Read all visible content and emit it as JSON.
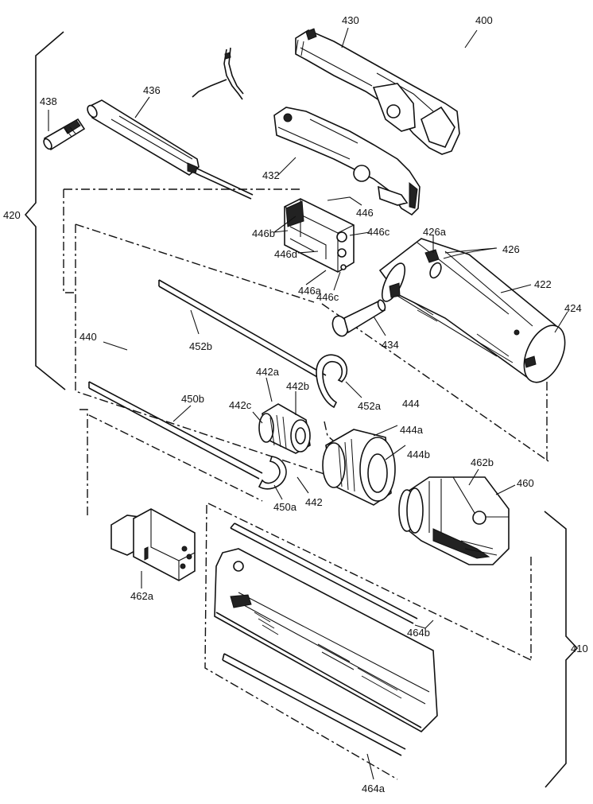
{
  "labels": {
    "l400": "400",
    "l430": "430",
    "l438": "438",
    "l436": "436",
    "l432": "432",
    "l420": "420",
    "l446": "446",
    "l446b": "446b",
    "l446c_1": "446c",
    "l446d": "446d",
    "l446a": "446a",
    "l446c_2": "446c",
    "l426a": "426a",
    "l426": "426",
    "l422": "422",
    "l424": "424",
    "l434": "434",
    "l452b": "452b",
    "l440": "440",
    "l452a": "452a",
    "l442a": "442a",
    "l442b": "442b",
    "l442c": "442c",
    "l450b": "450b",
    "l444": "444",
    "l444a": "444a",
    "l444b": "444b",
    "l462b": "462b",
    "l460": "460",
    "l450a": "450a",
    "l442": "442",
    "l462a": "462a",
    "l464b": "464b",
    "l410": "410",
    "l464a": "464a"
  }
}
